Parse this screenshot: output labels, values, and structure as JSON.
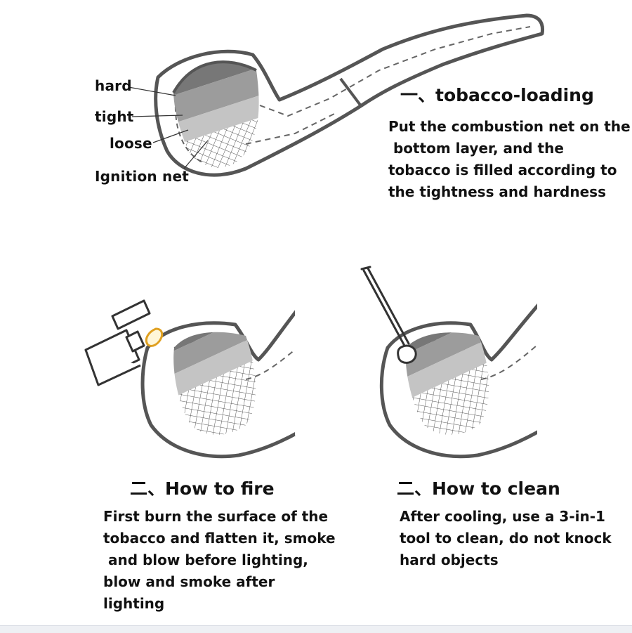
{
  "colors": {
    "outline": "#555555",
    "layer_hard": "#777777",
    "layer_tight": "#9c9c9c",
    "layer_loose": "#c4c4c4",
    "flame": "#e0a020"
  },
  "icons": [
    "pipe-icon",
    "lighter-icon",
    "flame-icon",
    "cleaning-tool-icon"
  ],
  "step1": {
    "labels": {
      "hard": "hard",
      "tight": "tight",
      "loose": "loose",
      "net": "Ignition net"
    },
    "heading": "一、tobacco-loading",
    "text": "Put the combustion net on the\n bottom layer, and the\ntobacco is filled according to\nthe tightness and hardness"
  },
  "step2": {
    "heading": "二、How to fire",
    "text": "First burn the surface of the\ntobacco and flatten it, smoke\n and blow before lighting,\nblow and smoke after\nlighting"
  },
  "step3": {
    "heading": "二、How to clean",
    "text": "After cooling, use a 3-in-1\ntool to clean, do not knock\nhard objects"
  }
}
